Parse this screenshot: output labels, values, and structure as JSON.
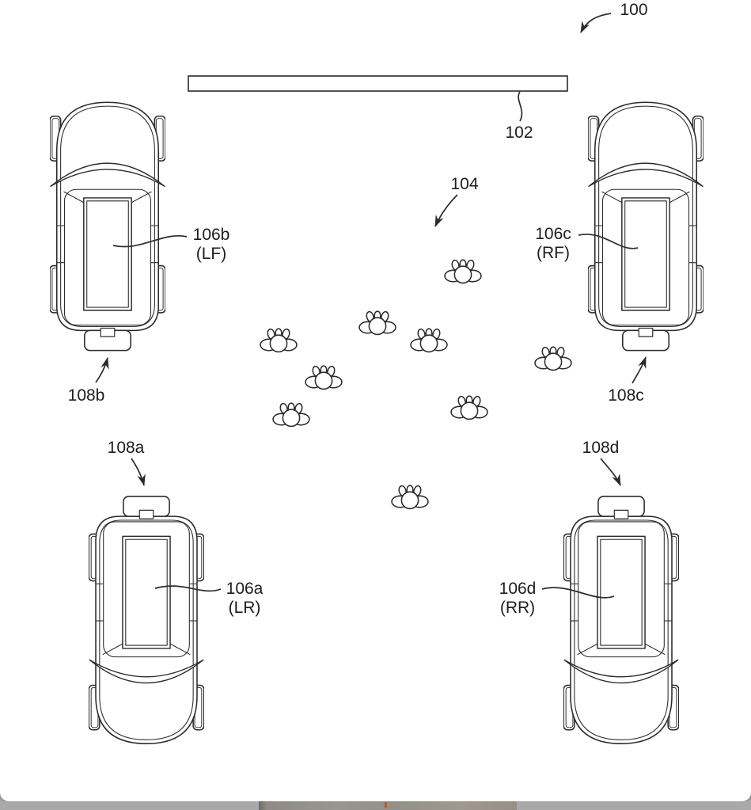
{
  "figure": {
    "system_ref": "100",
    "display_screen_ref": "102",
    "audience_ref": "104",
    "audience_person_count": 9,
    "vehicles": [
      {
        "position": "left_front",
        "display_ref": "106b",
        "position_abbr": "(LF)",
        "camera_ref": "108b"
      },
      {
        "position": "right_front",
        "display_ref": "106c",
        "position_abbr": "(RF)",
        "camera_ref": "108c"
      },
      {
        "position": "left_rear",
        "display_ref": "106a",
        "position_abbr": "(LR)",
        "camera_ref": "108a"
      },
      {
        "position": "right_rear",
        "display_ref": "106d",
        "position_abbr": "(RR)",
        "camera_ref": "108d"
      }
    ]
  },
  "colors": {
    "line": "#2b2b2b",
    "page_background": "#ffffff",
    "desk_background": "#a9a9a9",
    "photo_edge": "#928c84"
  }
}
